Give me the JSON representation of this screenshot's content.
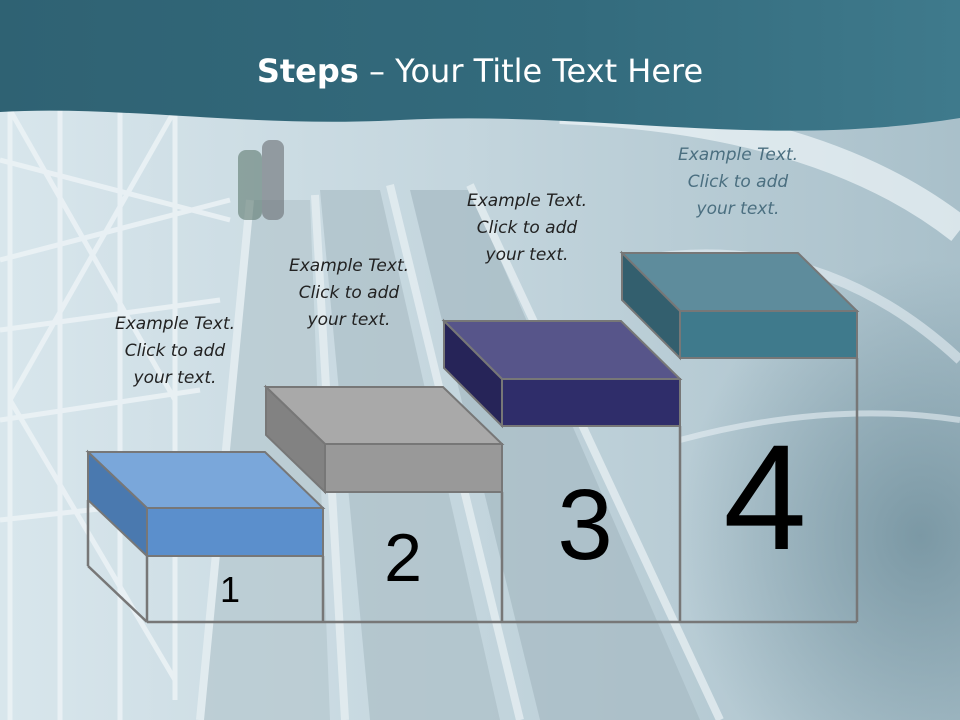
{
  "title": {
    "bold": "Steps",
    "rest": " – Your Title Text Here"
  },
  "steps": [
    {
      "number": "1",
      "lines": [
        "Example Text.",
        "Click  to add",
        "your text."
      ],
      "color_front": "#5b8fcc",
      "color_top": "#7aa7da",
      "color_side": "#4a79af"
    },
    {
      "number": "2",
      "lines": [
        "Example Text.",
        "Click  to add",
        "your text."
      ],
      "color_front": "#999999",
      "color_top": "#a9a9a9",
      "color_side": "#828282"
    },
    {
      "number": "3",
      "lines": [
        "Example Text.",
        "Click  to add",
        "your text."
      ],
      "color_front": "#2f2d6a",
      "color_top": "#57558a",
      "color_side": "#262458"
    },
    {
      "number": "4",
      "lines": [
        "Example Text.",
        "Click  to add",
        "your text."
      ],
      "color_front": "#3f7a8c",
      "color_top": "#5e8c9c",
      "color_side": "#335f6e"
    }
  ],
  "colors": {
    "header": "#35687a",
    "outline": "#777777"
  }
}
